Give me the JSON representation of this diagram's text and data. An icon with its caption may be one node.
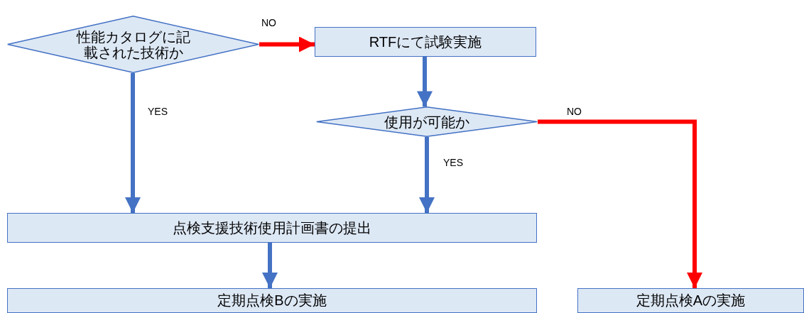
{
  "diagram": {
    "nodes": [
      {
        "text": [
          "性能カタログに記載された技術か"
        ]
      },
      {
        "text": [
          "RTFにて試験実施"
        ]
      },
      {
        "text": [
          "使用が可能か"
        ]
      },
      {
        "text": [
          "点検支援技術使用計画書の提出"
        ]
      },
      {
        "text": [
          "定期点検Bの実施"
        ]
      },
      {
        "text": [
          "定期点検Aの実施"
        ]
      }
    ],
    "edges": [
      {
        "from": 0,
        "to": 1,
        "arrow": "to",
        "label": "NO",
        "color": "#ff0000"
      },
      {
        "from": 0,
        "to": 3,
        "arrow": "to",
        "label": "YES"
      },
      {
        "from": 1,
        "to": 2,
        "arrow": "to"
      },
      {
        "from": 2,
        "to": 3,
        "arrow": "to",
        "label": "YES"
      },
      {
        "from": 3,
        "to": 4,
        "arrow": "to"
      },
      {
        "from": 2,
        "to": 5,
        "arrow": "to",
        "label": "NO",
        "color": "#ff0000"
      }
    ]
  }
}
